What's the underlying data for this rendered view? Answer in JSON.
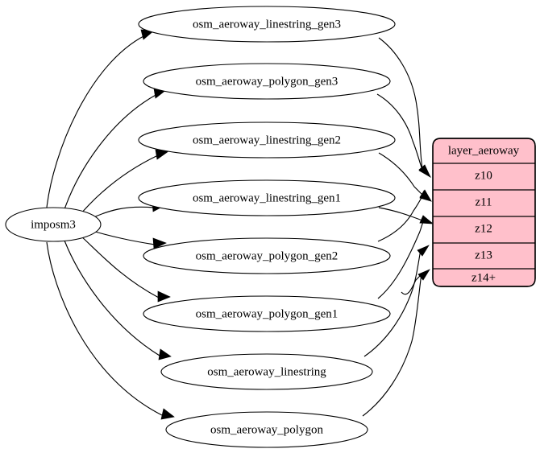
{
  "diagram": {
    "type": "directed-graph",
    "background": "#ffffff",
    "source_node": {
      "id": "imposm3",
      "label": "imposm3",
      "shape": "ellipse",
      "fill": "#ffffff",
      "stroke": "#000000"
    },
    "table_nodes": [
      {
        "id": "osm_aeroway_linestring_gen3",
        "label": "osm_aeroway_linestring_gen3",
        "shape": "ellipse",
        "target_row": "z10"
      },
      {
        "id": "osm_aeroway_polygon_gen3",
        "label": "osm_aeroway_polygon_gen3",
        "shape": "ellipse",
        "target_row": "z10"
      },
      {
        "id": "osm_aeroway_linestring_gen2",
        "label": "osm_aeroway_linestring_gen2",
        "shape": "ellipse",
        "target_row": "z11"
      },
      {
        "id": "osm_aeroway_linestring_gen1",
        "label": "osm_aeroway_linestring_gen1",
        "shape": "ellipse",
        "target_row": "z12"
      },
      {
        "id": "osm_aeroway_polygon_gen2",
        "label": "osm_aeroway_polygon_gen2",
        "shape": "ellipse",
        "target_row": "z11"
      },
      {
        "id": "osm_aeroway_polygon_gen1",
        "label": "osm_aeroway_polygon_gen1",
        "shape": "ellipse",
        "target_row": "z12"
      },
      {
        "id": "osm_aeroway_linestring",
        "label": "osm_aeroway_linestring",
        "shape": "ellipse",
        "target_row": "z13"
      },
      {
        "id": "osm_aeroway_polygon",
        "label": "osm_aeroway_polygon",
        "shape": "ellipse",
        "target_row": "z14+"
      }
    ],
    "layer_node": {
      "id": "layer_aeroway",
      "shape": "record",
      "fill": "#ffc0cb",
      "stroke": "#000000",
      "title": "layer_aeroway",
      "rows": [
        "z10",
        "z11",
        "z12",
        "z13",
        "z14+"
      ]
    },
    "edges": [
      {
        "from": "imposm3",
        "to": "osm_aeroway_linestring_gen3"
      },
      {
        "from": "imposm3",
        "to": "osm_aeroway_polygon_gen3"
      },
      {
        "from": "imposm3",
        "to": "osm_aeroway_linestring_gen2"
      },
      {
        "from": "imposm3",
        "to": "osm_aeroway_linestring_gen1"
      },
      {
        "from": "imposm3",
        "to": "osm_aeroway_polygon_gen2"
      },
      {
        "from": "imposm3",
        "to": "osm_aeroway_polygon_gen1"
      },
      {
        "from": "imposm3",
        "to": "osm_aeroway_linestring"
      },
      {
        "from": "imposm3",
        "to": "osm_aeroway_polygon"
      },
      {
        "from": "osm_aeroway_linestring_gen3",
        "to": "layer_aeroway:z10"
      },
      {
        "from": "osm_aeroway_polygon_gen3",
        "to": "layer_aeroway:z10"
      },
      {
        "from": "osm_aeroway_linestring_gen2",
        "to": "layer_aeroway:z11"
      },
      {
        "from": "osm_aeroway_polygon_gen2",
        "to": "layer_aeroway:z11"
      },
      {
        "from": "osm_aeroway_linestring_gen1",
        "to": "layer_aeroway:z12"
      },
      {
        "from": "osm_aeroway_polygon_gen1",
        "to": "layer_aeroway:z12"
      },
      {
        "from": "osm_aeroway_linestring",
        "to": "layer_aeroway:z13"
      },
      {
        "from": "osm_aeroway_polygon",
        "to": "layer_aeroway:z14+"
      }
    ]
  }
}
